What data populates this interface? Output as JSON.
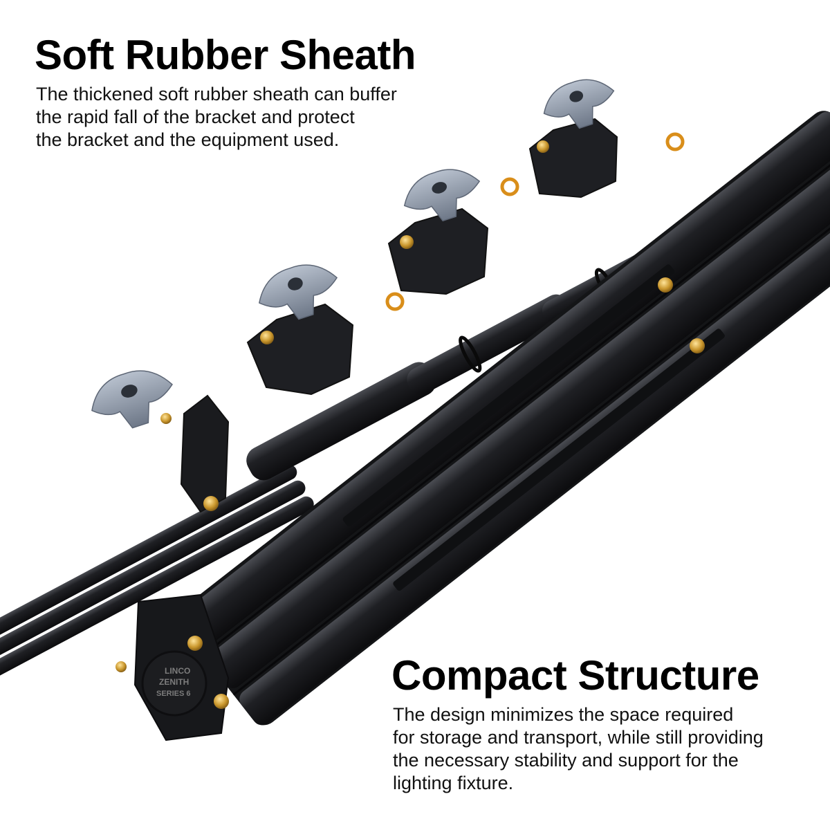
{
  "sections": {
    "top": {
      "heading": "Soft Rubber Sheath",
      "lines": [
        "The thickened soft rubber sheath can buffer",
        "the rapid fall of the bracket and protect",
        "the bracket and the equipment used."
      ]
    },
    "bottom": {
      "heading": "Compact Structure",
      "lines": [
        "The design minimizes the space required",
        "for storage and transport, while still providing",
        "the necessary stability and support for the",
        "lighting fixture."
      ]
    }
  },
  "product": {
    "cap_lines": [
      "LINCO",
      "ZENITH",
      "SERIES 6"
    ]
  },
  "colors": {
    "background": "#ffffff",
    "text": "#000000",
    "tube": "#1c1d20",
    "knob": "#8f9aab",
    "brass": "#c9962c",
    "ring_marker": "#d98e1a",
    "steel": "#c4c7cc"
  },
  "icons": {
    "knob": "wing-knob-icon",
    "ring": "rubber-ring-icon",
    "screw": "brass-screw-icon"
  }
}
